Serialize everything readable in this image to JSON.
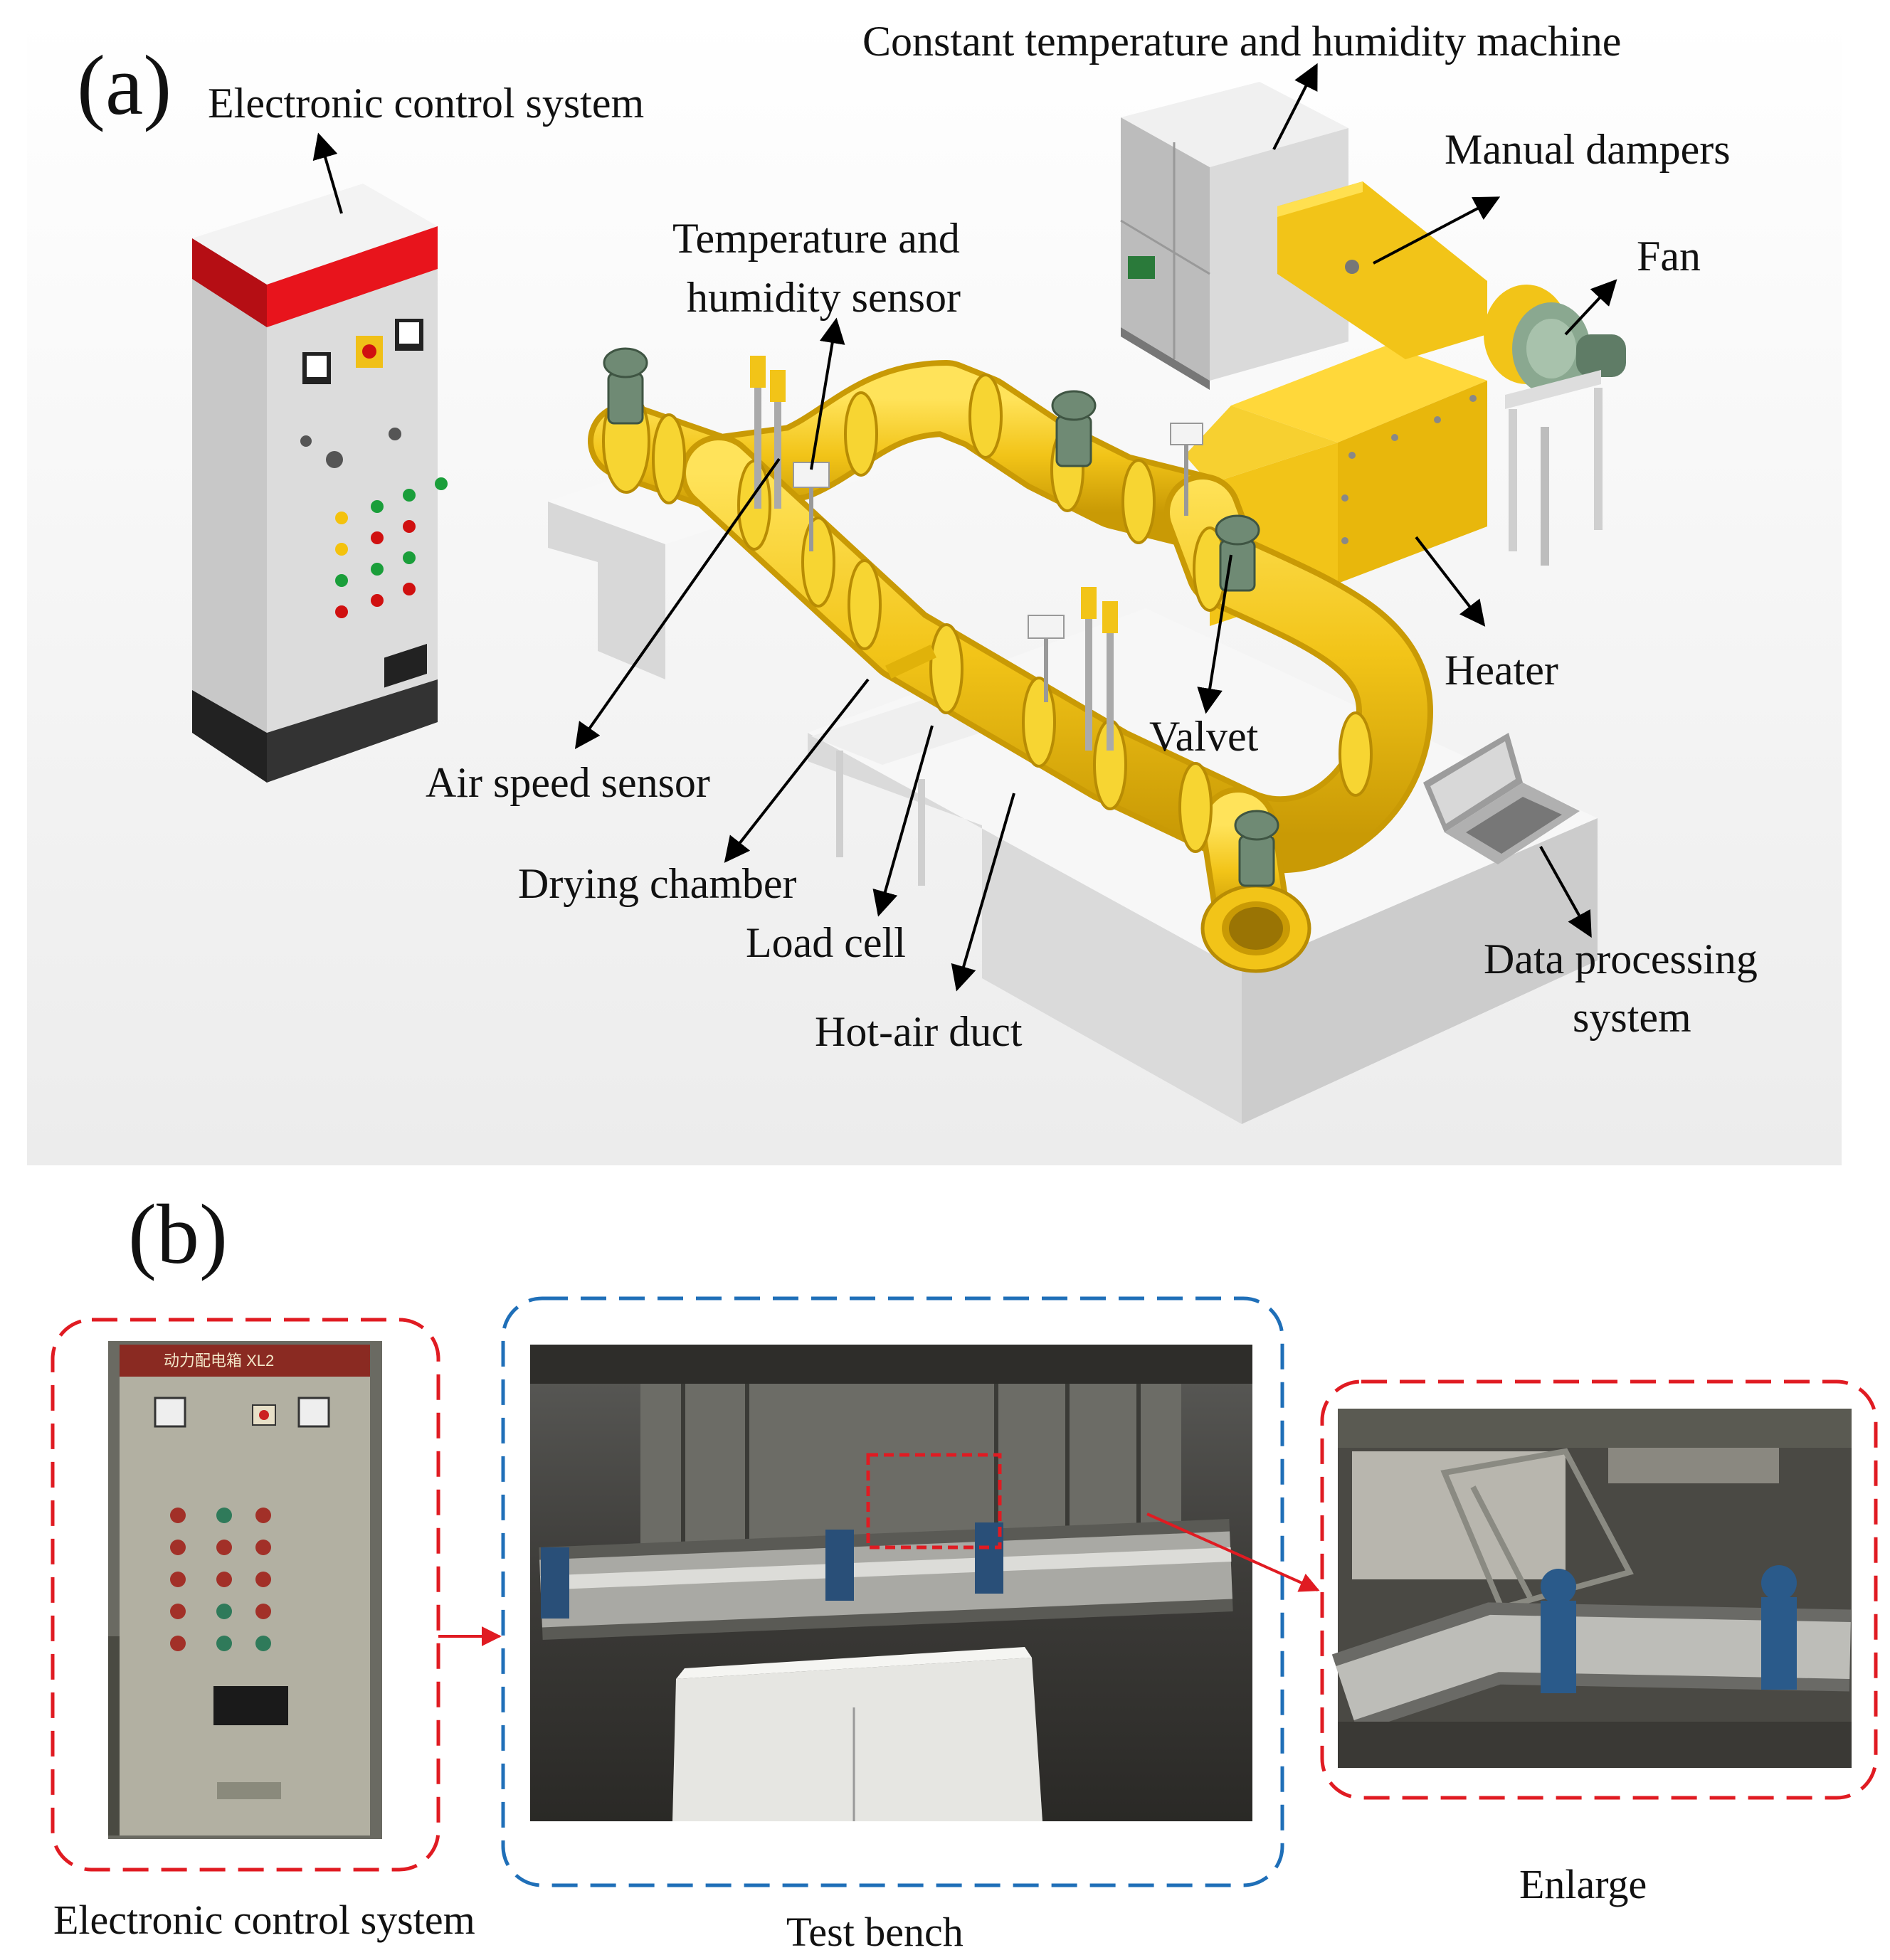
{
  "panel_a": {
    "letter": "(a)",
    "labels": {
      "electronic_control": "Electronic control system",
      "const_temp": "Constant temperature and humidity machine",
      "manual_dampers": "Manual dampers",
      "fan": "Fan",
      "temp_sensor_l1": "Temperature and",
      "temp_sensor_l2": "humidity sensor",
      "heater": "Heater",
      "valvet": "Valvet",
      "air_speed": "Air speed sensor",
      "drying_chamber": "Drying chamber",
      "load_cell": "Load cell",
      "hot_air_duct": "Hot-air duct",
      "data_proc_l1": "Data processing",
      "data_proc_l2": "system"
    }
  },
  "panel_b": {
    "letter": "(b)",
    "captions": {
      "electronic": "Electronic control system",
      "test_bench": "Test bench",
      "enlarge": "Enlarge"
    },
    "cabinet_plate": "动力配电箱  XL2"
  },
  "colors": {
    "duct_yellow": "#f2c418",
    "cabinet_gray": "#d9d9d9",
    "cabinet_top": "#e8141c",
    "frame_red": "#e01b22",
    "frame_blue": "#1f6fb8",
    "arrow_red": "#e01b22"
  }
}
